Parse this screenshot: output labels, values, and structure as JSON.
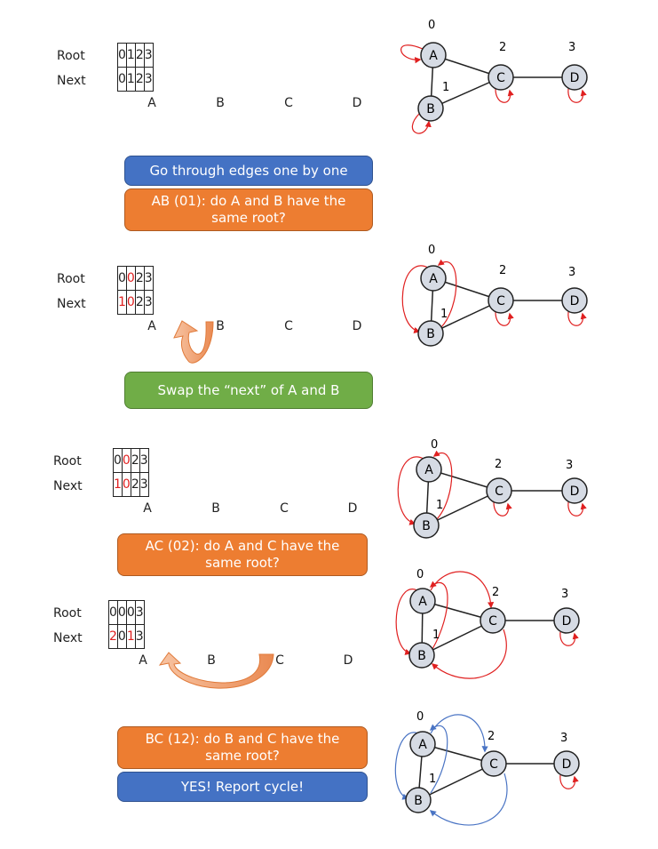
{
  "row_labels": {
    "root": "Root",
    "next": "Next"
  },
  "col_labels": [
    "A",
    "B",
    "C",
    "D"
  ],
  "tables": [
    {
      "root": [
        "0",
        "1",
        "2",
        "3"
      ],
      "next": [
        "0",
        "1",
        "2",
        "3"
      ],
      "red_root": [],
      "red_next": []
    },
    {
      "root": [
        "0",
        "0",
        "2",
        "3"
      ],
      "next": [
        "1",
        "0",
        "2",
        "3"
      ],
      "red_root": [
        1
      ],
      "red_next": [
        0,
        1
      ]
    },
    {
      "root": [
        "0",
        "0",
        "2",
        "3"
      ],
      "next": [
        "1",
        "0",
        "2",
        "3"
      ],
      "red_root": [
        1
      ],
      "red_next": [
        0,
        1
      ]
    },
    {
      "root": [
        "0",
        "0",
        "0",
        "3"
      ],
      "next": [
        "2",
        "0",
        "1",
        "3"
      ],
      "red_root": [],
      "red_next": [
        0,
        2
      ]
    }
  ],
  "banners": {
    "go_through": "Go through edges one by one",
    "ab_question": "AB (01): do A and B have the same root?",
    "swap_next": "Swap the “next” of A and B",
    "ac_question": "AC (02): do A and C have the same root?",
    "bc_question": "BC (12): do B and C have the same root?",
    "yes_cycle": "YES! Report cycle!"
  },
  "graph": {
    "nodes": [
      "A",
      "B",
      "C",
      "D"
    ],
    "node_numbers": [
      "0",
      "1",
      "2",
      "3"
    ]
  },
  "colors": {
    "red": "#e02020",
    "blue": "#4a74c4",
    "orange": "#ed7d31",
    "green": "#70ad47",
    "node_fill": "#d6dbe4"
  }
}
